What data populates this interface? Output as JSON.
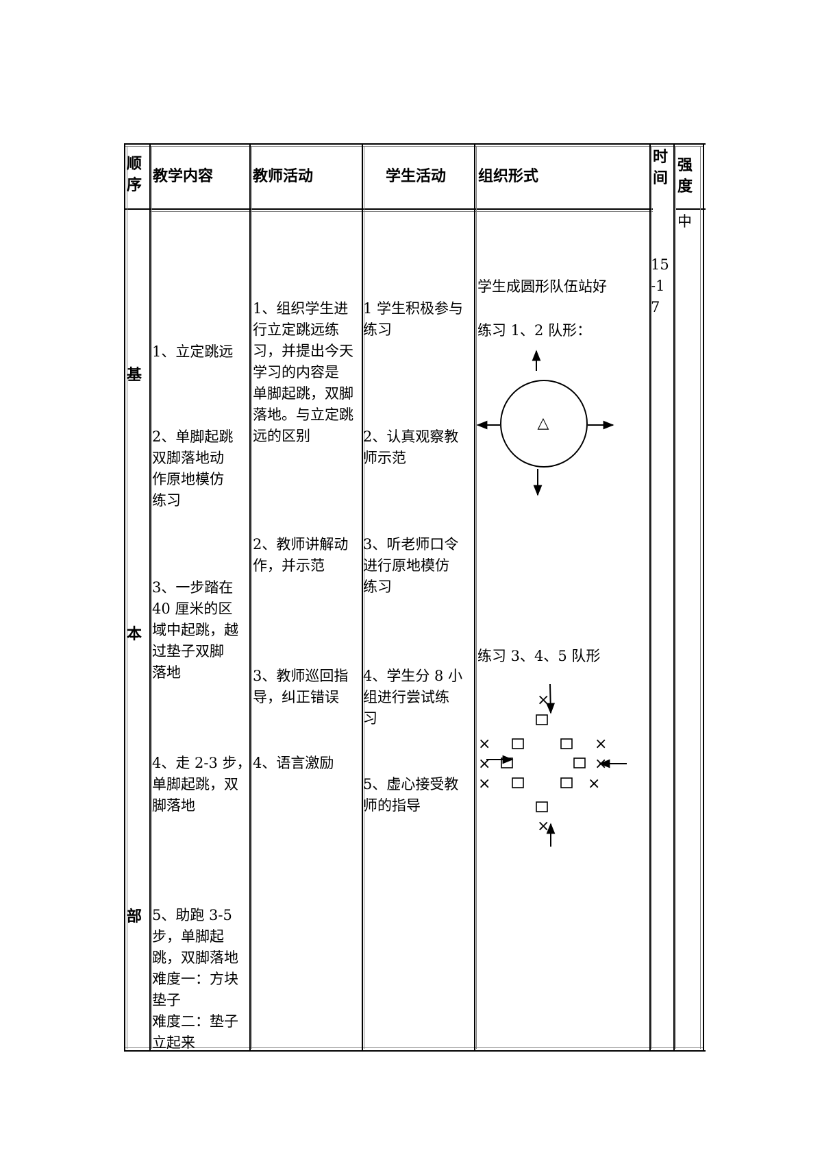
{
  "headers": {
    "order": [
      "顺",
      "序"
    ],
    "content": "教学内容",
    "teacher": "教师活动",
    "student": "学生活动",
    "organization": "组织形式",
    "time": [
      "时",
      "间"
    ],
    "intensity": [
      "强",
      "度"
    ]
  },
  "section": [
    "基",
    "本",
    "部"
  ],
  "content": {
    "item1": [
      "1、立定跳远"
    ],
    "item2": [
      "2、单脚起跳",
      "双脚落地动",
      "作原地模仿",
      "练习"
    ],
    "item3": [
      "3、一步踏在",
      "40 厘米的区",
      "域中起跳，越",
      "过垫子双脚",
      "落地"
    ],
    "item4": [
      "4、走 2-3 步，",
      "单脚起跳，双",
      "脚落地"
    ],
    "item5": [
      "5、助跑 3-5",
      "步，单脚起",
      "跳，双脚落地",
      "难度一：方块",
      "垫子",
      "难度二：垫子",
      "立起来"
    ]
  },
  "teacher": {
    "item1": [
      "1、组织学生进",
      "行立定跳远练",
      "习，并提出今天",
      "学习的内容是",
      "单脚起跳，双脚",
      "落地。与立定跳",
      "远的区别"
    ],
    "item2": [
      "2、教师讲解动",
      "作，并示范"
    ],
    "item3": [
      "3、教师巡回指",
      "导，纠正错误"
    ],
    "item4": [
      "4、语言激励"
    ]
  },
  "student": {
    "item1": [
      "1 学生积极参与",
      "练习"
    ],
    "item2": [
      "2、认真观察教",
      "师示范"
    ],
    "item3": [
      "3、听老师口令",
      "进行原地模仿",
      "练习"
    ],
    "item4": [
      "4、学生分 8 小",
      "组进行尝试练",
      "习"
    ],
    "item5": [
      "5、虚心接受教",
      "师的指导"
    ]
  },
  "organization": {
    "line1": "学生成圆形队伍站好",
    "line2": "练习 1、2 队形：",
    "line3": "练习 3、4、5 队形",
    "teacher_symbol": "△",
    "student_symbol": "×"
  },
  "time": [
    "15",
    "-1",
    "7"
  ],
  "intensity": "中"
}
